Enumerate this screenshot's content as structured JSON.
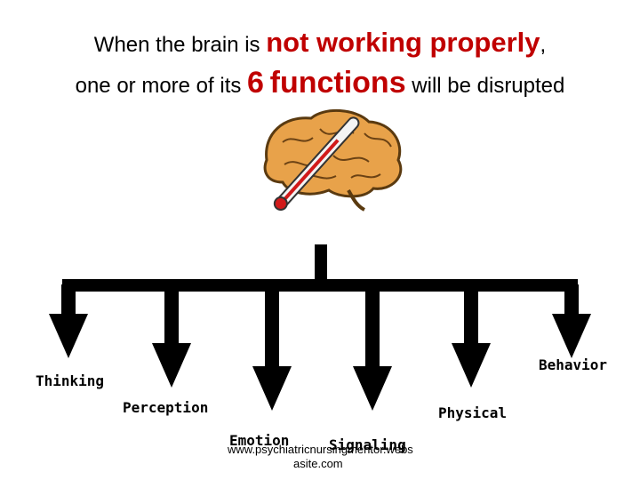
{
  "title": {
    "line1_prefix": "When the brain is ",
    "line1_emphasis": "not working properly",
    "line1_suffix": ",",
    "line2_prefix": "one or more of its ",
    "line2_number": "6",
    "line2_emphasis": "functions",
    "line2_suffix": " will be disrupted"
  },
  "functions": [
    "Thinking",
    "Perception",
    "Emotion",
    "Signaling",
    "Physical",
    "Behavior"
  ],
  "watermark": {
    "line1": "www.psychiatricnursingmentor.webs",
    "line2": "asite.com"
  },
  "colors": {
    "emphasis": "#c00000",
    "brain": "#e8a24a",
    "arrows": "#000000"
  }
}
